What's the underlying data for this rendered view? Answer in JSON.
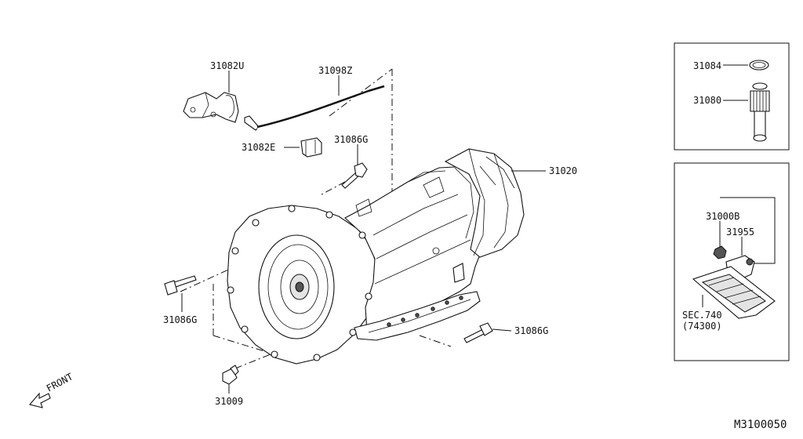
{
  "diagram": {
    "diagram_code": "M3100050",
    "front_label": "FRONT",
    "parts": {
      "p31082U": "31082U",
      "p31098Z": "31098Z",
      "p31082E": "31082E",
      "p31086G_top": "31086G",
      "p31020": "31020",
      "p31086G_left": "31086G",
      "p31086G_bottom": "31086G",
      "p31009": "31009",
      "p31084": "31084",
      "p31080": "31080",
      "p31000B": "31000B",
      "p31955": "31955",
      "sec_ref": "SEC.740",
      "sec_ref_sub": "(74300)"
    }
  }
}
